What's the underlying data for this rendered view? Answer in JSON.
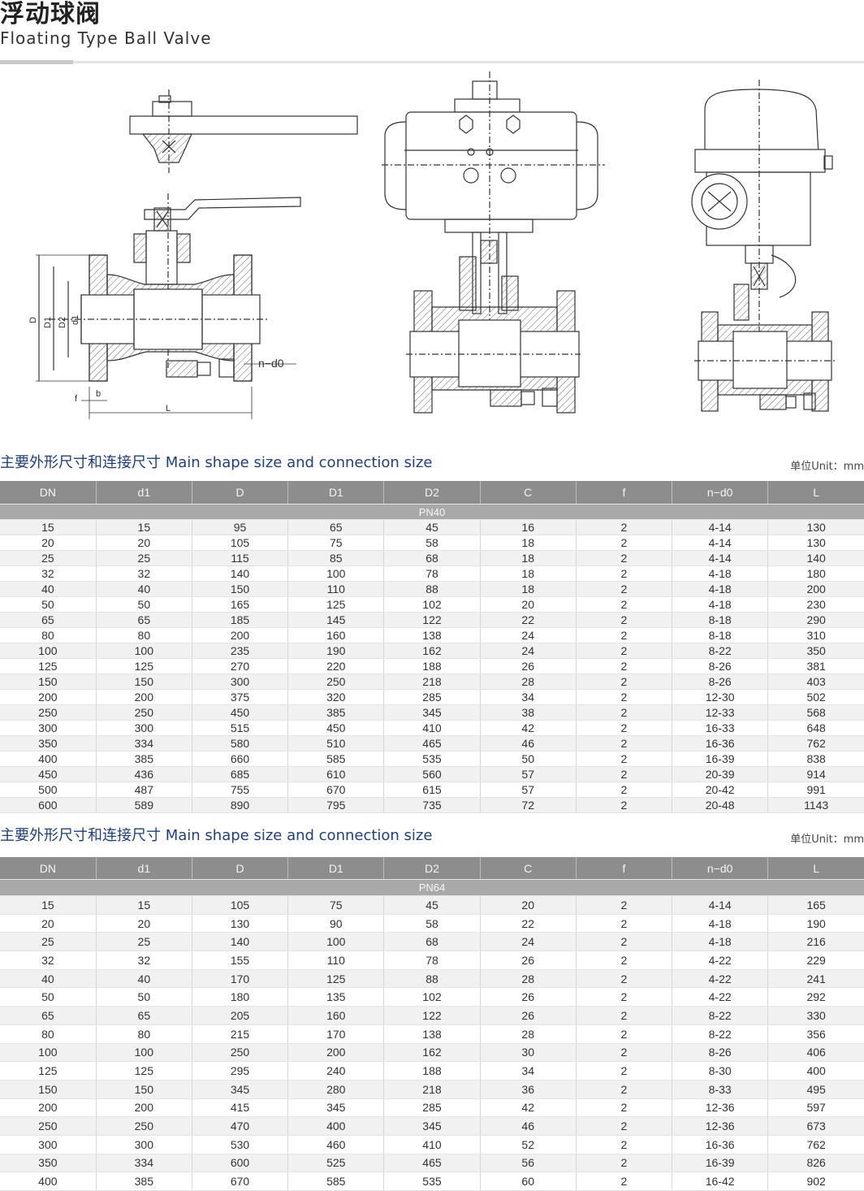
{
  "page": {
    "title_cn": "浮动球阀",
    "title_en": "Floating Type Ball Valve"
  },
  "drawing": {
    "labels": {
      "D": "D",
      "D1": "D1",
      "D2": "D2",
      "d1": "d1",
      "f": "f",
      "b": "b",
      "L": "L",
      "nd0": "n−d0"
    }
  },
  "colors": {
    "accent_blue": "#1d3f86",
    "header_gray": "#8d8d8d",
    "band_gray": "#a9a9a9",
    "stripe": "#f1f1f1"
  },
  "tables": [
    {
      "title": "主要外形尺寸和连接尺寸 Main shape size and connection size",
      "unit": "单位Unit：mm",
      "headers": [
        "DN",
        "d1",
        "D",
        "D1",
        "D2",
        "C",
        "f",
        "n−d0",
        "L"
      ],
      "pressure": "PN40",
      "rows": [
        [
          "15",
          "15",
          "95",
          "65",
          "45",
          "16",
          "2",
          "4-14",
          "130"
        ],
        [
          "20",
          "20",
          "105",
          "75",
          "58",
          "18",
          "2",
          "4-14",
          "130"
        ],
        [
          "25",
          "25",
          "115",
          "85",
          "68",
          "18",
          "2",
          "4-14",
          "140"
        ],
        [
          "32",
          "32",
          "140",
          "100",
          "78",
          "18",
          "2",
          "4-18",
          "180"
        ],
        [
          "40",
          "40",
          "150",
          "110",
          "88",
          "18",
          "2",
          "4-18",
          "200"
        ],
        [
          "50",
          "50",
          "165",
          "125",
          "102",
          "20",
          "2",
          "4-18",
          "230"
        ],
        [
          "65",
          "65",
          "185",
          "145",
          "122",
          "22",
          "2",
          "8-18",
          "290"
        ],
        [
          "80",
          "80",
          "200",
          "160",
          "138",
          "24",
          "2",
          "8-18",
          "310"
        ],
        [
          "100",
          "100",
          "235",
          "190",
          "162",
          "24",
          "2",
          "8-22",
          "350"
        ],
        [
          "125",
          "125",
          "270",
          "220",
          "188",
          "26",
          "2",
          "8-26",
          "381"
        ],
        [
          "150",
          "150",
          "300",
          "250",
          "218",
          "28",
          "2",
          "8-26",
          "403"
        ],
        [
          "200",
          "200",
          "375",
          "320",
          "285",
          "34",
          "2",
          "12-30",
          "502"
        ],
        [
          "250",
          "250",
          "450",
          "385",
          "345",
          "38",
          "2",
          "12-33",
          "568"
        ],
        [
          "300",
          "300",
          "515",
          "450",
          "410",
          "42",
          "2",
          "16-33",
          "648"
        ],
        [
          "350",
          "334",
          "580",
          "510",
          "465",
          "46",
          "2",
          "16-36",
          "762"
        ],
        [
          "400",
          "385",
          "660",
          "585",
          "535",
          "50",
          "2",
          "16-39",
          "838"
        ],
        [
          "450",
          "436",
          "685",
          "610",
          "560",
          "57",
          "2",
          "20-39",
          "914"
        ],
        [
          "500",
          "487",
          "755",
          "670",
          "615",
          "57",
          "2",
          "20-42",
          "991"
        ],
        [
          "600",
          "589",
          "890",
          "795",
          "735",
          "72",
          "2",
          "20-48",
          "1143"
        ]
      ]
    },
    {
      "title": "主要外形尺寸和连接尺寸 Main shape size and connection size",
      "unit": "单位Unit：mm",
      "headers": [
        "DN",
        "d1",
        "D",
        "D1",
        "D2",
        "C",
        "f",
        "n−d0",
        "L"
      ],
      "pressure": "PN64",
      "rows": [
        [
          "15",
          "15",
          "105",
          "75",
          "45",
          "20",
          "2",
          "4-14",
          "165"
        ],
        [
          "20",
          "20",
          "130",
          "90",
          "58",
          "22",
          "2",
          "4-18",
          "190"
        ],
        [
          "25",
          "25",
          "140",
          "100",
          "68",
          "24",
          "2",
          "4-18",
          "216"
        ],
        [
          "32",
          "32",
          "155",
          "110",
          "78",
          "26",
          "2",
          "4-22",
          "229"
        ],
        [
          "40",
          "40",
          "170",
          "125",
          "88",
          "28",
          "2",
          "4-22",
          "241"
        ],
        [
          "50",
          "50",
          "180",
          "135",
          "102",
          "26",
          "2",
          "4-22",
          "292"
        ],
        [
          "65",
          "65",
          "205",
          "160",
          "122",
          "26",
          "2",
          "8-22",
          "330"
        ],
        [
          "80",
          "80",
          "215",
          "170",
          "138",
          "28",
          "2",
          "8-22",
          "356"
        ],
        [
          "100",
          "100",
          "250",
          "200",
          "162",
          "30",
          "2",
          "8-26",
          "406"
        ],
        [
          "125",
          "125",
          "295",
          "240",
          "188",
          "34",
          "2",
          "8-30",
          "400"
        ],
        [
          "150",
          "150",
          "345",
          "280",
          "218",
          "36",
          "2",
          "8-33",
          "495"
        ],
        [
          "200",
          "200",
          "415",
          "345",
          "285",
          "42",
          "2",
          "12-36",
          "597"
        ],
        [
          "250",
          "250",
          "470",
          "400",
          "345",
          "46",
          "2",
          "12-36",
          "673"
        ],
        [
          "300",
          "300",
          "530",
          "460",
          "410",
          "52",
          "2",
          "16-36",
          "762"
        ],
        [
          "350",
          "334",
          "600",
          "525",
          "465",
          "56",
          "2",
          "16-39",
          "826"
        ],
        [
          "400",
          "385",
          "670",
          "585",
          "535",
          "60",
          "2",
          "16-42",
          "902"
        ]
      ]
    }
  ]
}
